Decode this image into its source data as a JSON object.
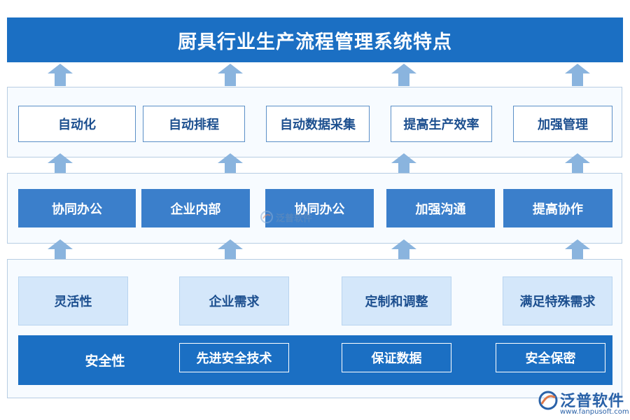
{
  "title": "厨具行业生产流程管理系统特点",
  "top_row": [
    "自动化",
    "自动排程",
    "自动数据采集",
    "提高生产效率",
    "加强管理"
  ],
  "middle_row": [
    "协同办公",
    "企业内部",
    "协同办公",
    "加强沟通",
    "提高协作"
  ],
  "bottom_row": [
    "灵活性",
    "企业需求",
    "定制和调整",
    "满足特殊需求"
  ],
  "security": {
    "label": "安全性",
    "items": [
      "先进安全技术",
      "保证数据",
      "安全保密"
    ]
  },
  "watermark": "泛普软件",
  "logo": {
    "name": "泛普软件",
    "url": "www.fanpusoft.com"
  },
  "colors": {
    "primary": "#1b6fc3",
    "mid": "#3b7fcb",
    "light": "#d4e7fa",
    "arrow": "#8ab4de"
  }
}
